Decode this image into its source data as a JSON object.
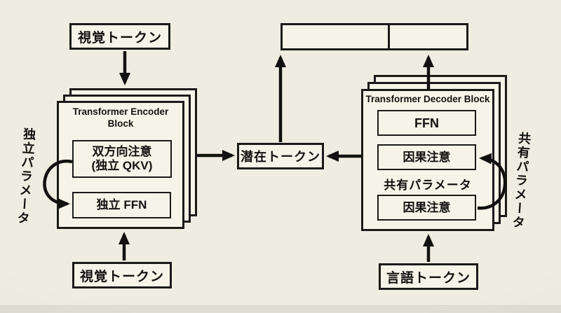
{
  "colors": {
    "background": "#efede1",
    "box_fill": "#f6f4e8",
    "border": "#1a1a1a",
    "ink": "#111111"
  },
  "diagram": {
    "top_left_token": "視覚トークン",
    "bottom_left_token": "視覚トークン",
    "bottom_right_token": "言語トークン",
    "latent_token": "潜在トークン",
    "encoder": {
      "title_line1": "Transformer Encoder",
      "title_line2": "Block",
      "attention_line1": "双方向注意",
      "attention_line2": "(独立 QKV)",
      "ffn": "独立 FFN",
      "side_label": "独立パラメータ"
    },
    "decoder": {
      "title": "Transformer Decoder Block",
      "ffn": "FFN",
      "causal_attention_top": "因果注意",
      "shared_params_label": "共有パラメータ",
      "causal_attention_bottom": "因果注意",
      "side_label": "共有パラメータ"
    }
  }
}
